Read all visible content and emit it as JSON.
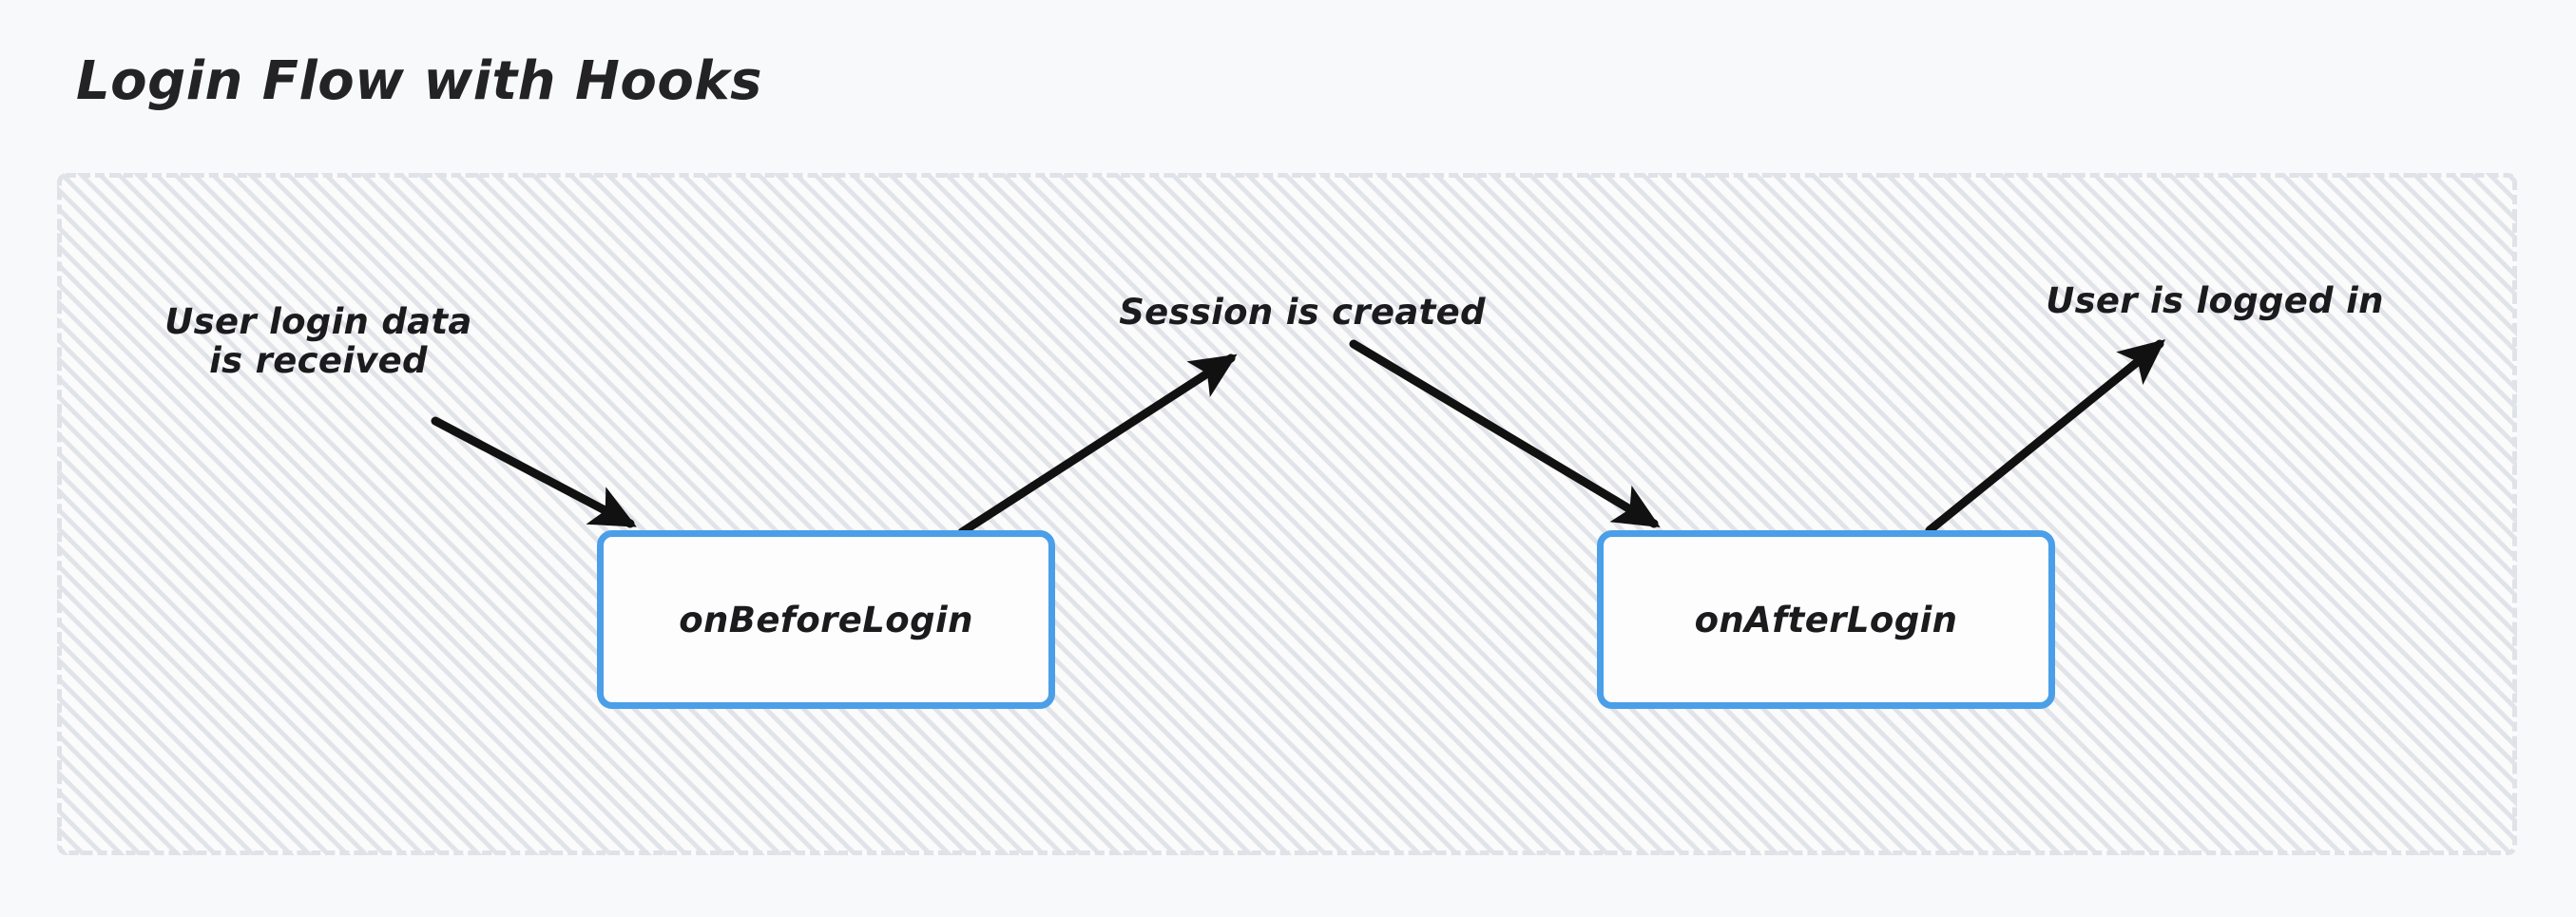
{
  "page": {
    "title": "Login Flow with Hooks",
    "background_color": "#f8f9fb"
  },
  "zone": {
    "name": "hook-zone",
    "border_style": "dashed",
    "border_color": "#dfe2e7",
    "fill_pattern": "diagonal-hatch",
    "fill_color": "#fbfbfc"
  },
  "theme": {
    "accent_color": "#4a9fe8",
    "text_color": "#1b1b1e",
    "arrow_color": "#111111"
  },
  "nodes": [
    {
      "id": "onBeforeLogin",
      "label": "onBeforeLogin",
      "border_color": "#4a9fe8",
      "fill_color": "#fdfdfd"
    },
    {
      "id": "onAfterLogin",
      "label": "onAfterLogin",
      "border_color": "#4a9fe8",
      "fill_color": "#fdfdfd"
    }
  ],
  "edge_labels": [
    {
      "id": "user-login-data",
      "text": "User login data\nis received"
    },
    {
      "id": "session-created",
      "text": "Session is created"
    },
    {
      "id": "user-logged-in",
      "text": "User is logged in"
    }
  ],
  "arrows": [
    {
      "id": "arrow-input-to-before",
      "from": "user-login-data",
      "to": "onBeforeLogin",
      "direction": "down-right"
    },
    {
      "id": "arrow-before-to-session",
      "from": "onBeforeLogin",
      "to": "session-created",
      "direction": "up-right"
    },
    {
      "id": "arrow-session-to-after",
      "from": "session-created",
      "to": "onAfterLogin",
      "direction": "down-right"
    },
    {
      "id": "arrow-after-to-loggedin",
      "from": "onAfterLogin",
      "to": "user-logged-in",
      "direction": "up-right"
    }
  ]
}
